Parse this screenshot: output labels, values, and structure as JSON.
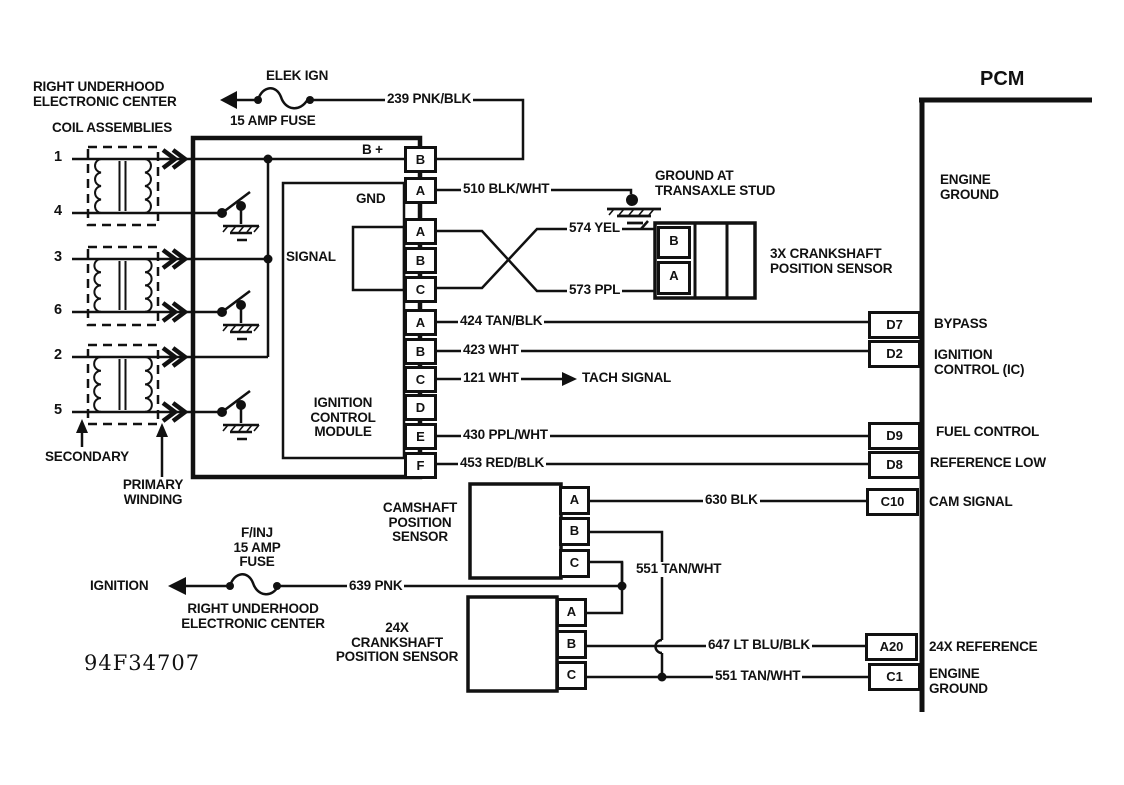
{
  "figure_id": "94F34707",
  "left_section": {
    "center_name_top": "RIGHT UNDERHOOD\nELECTRONIC CENTER",
    "coil_assemblies": "COIL ASSEMBLIES",
    "coil_terminals": [
      "1",
      "4",
      "3",
      "6",
      "2",
      "5"
    ],
    "secondary": "SECONDARY",
    "primary": "PRIMARY\nWINDING"
  },
  "top_fuse": {
    "name": "ELEK IGN",
    "rating": "15 AMP FUSE",
    "wire": "239 PNK/BLK"
  },
  "module": {
    "name": "IGNITION\nCONTROL\nMODULE",
    "b_plus": "B +",
    "gnd": "GND",
    "signal": "SIGNAL",
    "pins": [
      "B",
      "A",
      "A",
      "B",
      "C",
      "A",
      "B",
      "C",
      "D",
      "E",
      "F"
    ]
  },
  "wires": {
    "w510": "510 BLK/WHT",
    "w574": "574 YEL",
    "w573": "573 PPL",
    "w424": "424 TAN/BLK",
    "w423": "423 WHT",
    "w121": "121 WHT",
    "tach": "TACH SIGNAL",
    "w430": "430 PPL/WHT",
    "w453": "453 RED/BLK",
    "w630": "630 BLK",
    "w551_upper": "551 TAN/WHT",
    "w639": "639 PNK",
    "w647": "647 LT BLU/BLK",
    "w551_lower": "551 TAN/WHT"
  },
  "ground_stud": "GROUND AT\nTRANSAXLE STUD",
  "sensor_3x": {
    "name": "3X CRANKSHAFT\nPOSITION SENSOR",
    "pins": [
      "B",
      "A"
    ]
  },
  "cam_sensor": {
    "name": "CAMSHAFT\nPOSITION\nSENSOR",
    "pins": [
      "A",
      "B",
      "C"
    ]
  },
  "sensor_24x": {
    "name": "24X\nCRANKSHAFT\nPOSITION SENSOR",
    "pins": [
      "A",
      "B",
      "C"
    ]
  },
  "bottom_fuse": {
    "name": "F/INJ\n15 AMP\nFUSE",
    "feed": "IGNITION",
    "center_name": "RIGHT UNDERHOOD\nELECTRONIC CENTER"
  },
  "pcm": {
    "title": "PCM",
    "engine_ground_top": "ENGINE\nGROUND",
    "pins": [
      {
        "id": "D7",
        "label": "BYPASS"
      },
      {
        "id": "D2",
        "label": "IGNITION\nCONTROL (IC)"
      },
      {
        "id": "D9",
        "label": "FUEL CONTROL"
      },
      {
        "id": "D8",
        "label": "REFERENCE LOW"
      },
      {
        "id": "C10",
        "label": "CAM SIGNAL"
      },
      {
        "id": "A20",
        "label": "24X REFERENCE"
      },
      {
        "id": "C1",
        "label": "ENGINE\nGROUND"
      }
    ]
  },
  "colors": {
    "ink": "#111111",
    "paper": "#ffffff"
  }
}
